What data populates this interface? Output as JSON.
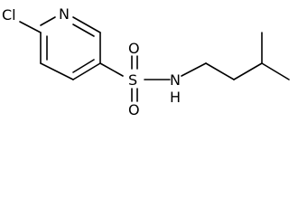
{
  "molecule": {
    "atoms": {
      "chlorine": "Cl",
      "ring_nitrogen": "N",
      "sulfur": "S",
      "oxygen_top": "O",
      "oxygen_bottom": "O",
      "amide_nitrogen": "N",
      "amide_hydrogen": "H"
    }
  }
}
